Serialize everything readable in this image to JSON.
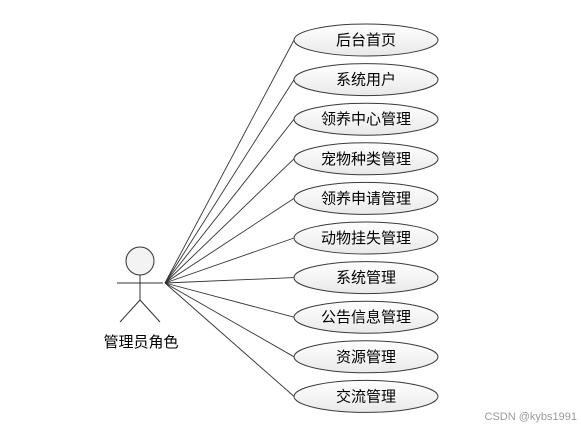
{
  "actor": {
    "name": "管理员角色"
  },
  "use_cases": [
    {
      "label": "后台首页"
    },
    {
      "label": "系统用户"
    },
    {
      "label": "领养中心管理"
    },
    {
      "label": "宠物种类管理"
    },
    {
      "label": "领养申请管理"
    },
    {
      "label": "动物挂失管理"
    },
    {
      "label": "系统管理"
    },
    {
      "label": "公告信息管理"
    },
    {
      "label": "资源管理"
    },
    {
      "label": "交流管理"
    }
  ],
  "watermark": {
    "text": "CSDN @kybs1991"
  },
  "colors": {
    "stroke": "#333333",
    "ellipse_fill_top": "#ffffff",
    "ellipse_fill_bottom": "#ececec",
    "ellipse_stroke": "#3a3a3a",
    "actor_head_fill": "#f3f3f3"
  }
}
